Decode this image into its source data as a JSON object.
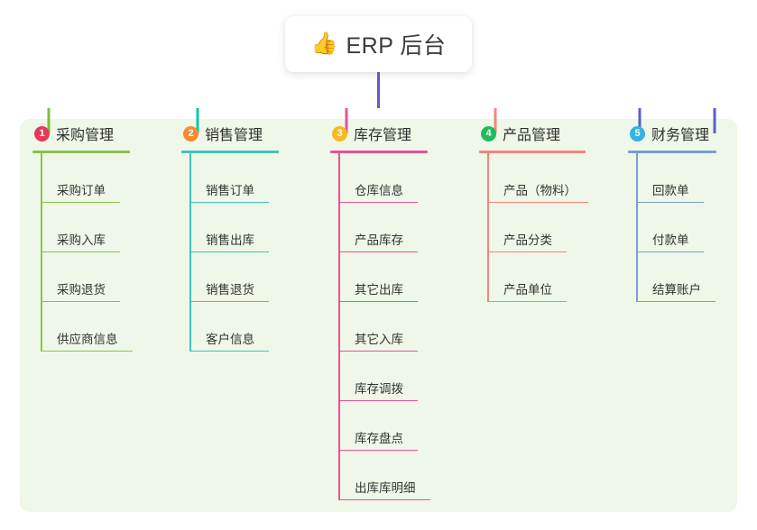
{
  "root": {
    "icon": "thumbs-up-icon",
    "icon_glyph": "👍",
    "title": "ERP 后台"
  },
  "panel": {
    "background_color": "#eef7e8"
  },
  "connector": {
    "stem_color": "#5b5fc7",
    "bar_gradient": [
      "#7fbb44",
      "#10c5a5",
      "#5b5fc7"
    ]
  },
  "columns": [
    {
      "number": "1",
      "title": "采购管理",
      "badge_color": "#e8385a",
      "line_color": "#8cc152",
      "rule_color": "#8cc152",
      "drop_color": "#7fbb44",
      "items": [
        {
          "label": "采购订单",
          "rule_width": 88
        },
        {
          "label": "采购入库",
          "rule_width": 88
        },
        {
          "label": "采购退货",
          "rule_width": 88
        },
        {
          "label": "供应商信息",
          "rule_width": 102
        }
      ]
    },
    {
      "number": "2",
      "title": "销售管理",
      "badge_color": "#f68b33",
      "line_color": "#3fc5b7",
      "rule_color": "#3fc5b7",
      "drop_color": "#10c5a5",
      "items": [
        {
          "label": "销售订单",
          "rule_width": 88
        },
        {
          "label": "销售出库",
          "rule_width": 88
        },
        {
          "label": "销售退货",
          "rule_width": 88
        },
        {
          "label": "客户信息",
          "rule_width": 88
        }
      ]
    },
    {
      "number": "3",
      "title": "库存管理",
      "badge_color": "#f5bb20",
      "line_color": "#e8519b",
      "rule_color": "#e8519b",
      "drop_color": "#e8519b",
      "items": [
        {
          "label": "仓库信息",
          "rule_width": 88
        },
        {
          "label": "产品库存",
          "rule_width": 88
        },
        {
          "label": "其它出库",
          "rule_width": 88
        },
        {
          "label": "其它入库",
          "rule_width": 88
        },
        {
          "label": "库存调拨",
          "rule_width": 88
        },
        {
          "label": "库存盘点",
          "rule_width": 88
        },
        {
          "label": "出库库明细",
          "rule_width": 102
        }
      ]
    },
    {
      "number": "4",
      "title": "产品管理",
      "badge_color": "#22ba5c",
      "line_color": "#f4847e",
      "rule_color": "#f4847e",
      "drop_color": "#f4847e",
      "items": [
        {
          "label": "产品（物料）",
          "rule_width": 112
        },
        {
          "label": "产品分类",
          "rule_width": 88
        },
        {
          "label": "产品单位",
          "rule_width": 88
        }
      ]
    },
    {
      "number": "5",
      "title": "财务管理",
      "badge_color": "#34b3e4",
      "line_color": "#7b9cd8",
      "rule_color": "#7b9cd8",
      "drop_color": "#5b5fc7",
      "items": [
        {
          "label": "回款单",
          "rule_width": 75
        },
        {
          "label": "付款单",
          "rule_width": 75
        },
        {
          "label": "结算账户",
          "rule_width": 88
        }
      ]
    }
  ]
}
